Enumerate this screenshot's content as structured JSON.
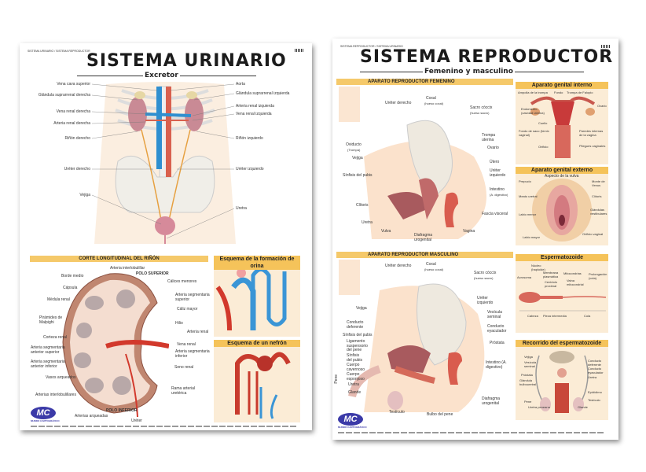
{
  "urinario": {
    "breadcrumb": "SISTEMA URINARIO / SISTEMA REPRODUCTOR",
    "title": "SISTEMA URINARIO",
    "subtitle": "Excretor",
    "left_labels": [
      "Vena cava superior",
      "Glándula suprarrenal derecha",
      "Vena renal derecha",
      "Arteria renal derecha",
      "Riñón derecho",
      "Uréter derecho",
      "Vejiga"
    ],
    "right_labels": [
      "Aorta",
      "Glándula suprarrenal izquierda",
      "Arteria renal izquierda",
      "Vena renal izquierda",
      "Riñón izquierdo",
      "Uréter izquierdo",
      "Uretra"
    ],
    "kidney_header": "CORTE LONGITUDINAL DEL RIÑÓN",
    "kidney_labels": [
      "Arteria interlobulillar",
      "POLO SUPERIOR",
      "Borde medio",
      "Cápsula",
      "Médula renal",
      "Pirámides de Malpighi",
      "Corteza renal",
      "Arteria segmentaria anterior superior",
      "Arteria segmentaria anterior inferior",
      "Vasos arqueados",
      "Arterias interlobulillares",
      "Arterias arqueadas",
      "POLO INFERIOR",
      "Uréter",
      "Cálices menores",
      "Arteria segmentaria superior",
      "Cáliz mayor",
      "Hilio",
      "Arteria renal",
      "Vena renal",
      "Arteria segmentaria inferior",
      "Seno renal",
      "Rama arterial uretérica"
    ],
    "orina_header": "Esquema de la formación de orina",
    "nefron_header": "Esquema de un nefrón",
    "logo": "MC",
    "logo_sub": "MUNDO CARTOGRÁFICO"
  },
  "reproductor": {
    "breadcrumb": "SISTEMA REPRODUCTOR / SISTEMA URINARIO",
    "title": "SISTEMA REPRODUCTOR",
    "subtitle": "Femenino y masculino",
    "female_header": "APARATO REPRODUCTOR FEMENINO",
    "female_labels": [
      "Uréter derecho",
      "Coxal",
      "(hueso coxal)",
      "Sacro cóccix",
      "(hueso sacro)",
      "Trompa uterina",
      "Ovario",
      "Útero",
      "Uréter izquierdo",
      "Intestino",
      "(A. digestivo)",
      "Fascia visceral",
      "Vagina",
      "Diafragma urogenital",
      "Vulva",
      "Uretra",
      "Clítoris",
      "Sínfisis del pubis",
      "Vejiga",
      "Oviducto",
      "(Trompa)"
    ],
    "internal_header": "Aparato genital interno",
    "internal_labels": [
      "Ampolla de la trompa",
      "Fondo",
      "Trompa de Falopio",
      "Ovario",
      "Endometrio (cavidad uterina)",
      "Cuello",
      "Fondo de saco (fórnix vaginal)",
      "Orificio",
      "Paredes internas de la vagina",
      "Pliegues vaginales"
    ],
    "external_header": "Aparato genital externo",
    "external_subtitle": "Aspecto de la vulva",
    "external_labels": [
      "Prepucio",
      "Monte de Venus",
      "Meato uretral",
      "Clítoris",
      "Labio menor",
      "Glándulas vestibulares",
      "Labio mayor",
      "Orificio vaginal"
    ],
    "male_header": "APARATO REPRODUCTOR MASCULINO",
    "male_labels": [
      "Uréter derecho",
      "Coxal",
      "(hueso coxal)",
      "Sacro cóccix",
      "(hueso sacro)",
      "Uréter izquierdo",
      "Vesícula seminal",
      "Conducto eyaculador",
      "Próstata",
      "Intestino (A. digestivo)",
      "Diafragma urogenital",
      "Bulbo del pene",
      "Testículo",
      "Vejiga",
      "Conducto deferente",
      "Sínfisis del pubis",
      "Ligamento suspensorio del pene",
      "Sínfisis del pubis",
      "Cuerpo cavernoso",
      "Cuerpo esponjoso",
      "Uretra",
      "Glande",
      "Pene"
    ],
    "sperm_header": "Espermatozoide",
    "sperm_labels": [
      "Acrosoma",
      "Núcleo (haploide)",
      "Membrana plasmática",
      "Centriolo proximal",
      "Mitocondrias",
      "Vaina mitocondrial",
      "Prolongación (cola)",
      "Cabeza",
      "Pieza intermedia",
      "Cola"
    ],
    "route_header": "Recorrido del espermatozoide",
    "route_labels": [
      "Vejiga",
      "Vesícula seminal",
      "Próstata",
      "Glándula bulbouretral",
      "Pene",
      "Uretra peneana",
      "Conducto deferente",
      "Conducto eyaculador",
      "Uretra",
      "Epidídimo",
      "Testículo",
      "Glande"
    ],
    "logo": "MC",
    "logo_sub": "MUNDO CARTOGRÁFICO"
  }
}
